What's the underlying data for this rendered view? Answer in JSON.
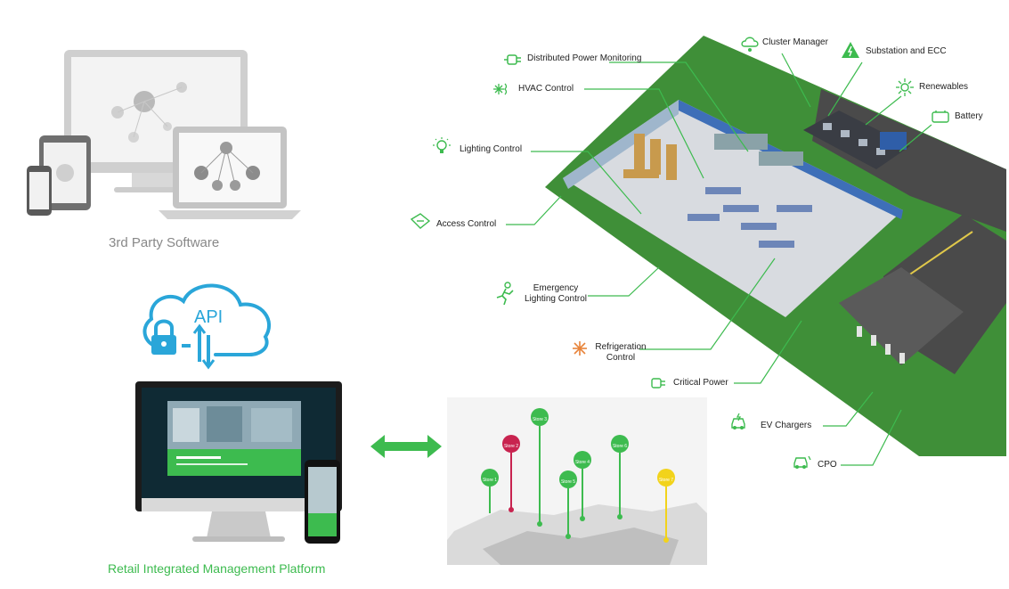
{
  "left": {
    "third_party_caption": "3rd Party Software",
    "api_label": "API",
    "platform_caption": "Retail Integrated Management Platform"
  },
  "map": {
    "pins": [
      {
        "label": "Store 2",
        "color": "#c8234f"
      },
      {
        "label": "Store 3",
        "color": "#3dbb4f"
      },
      {
        "label": "Store 4",
        "color": "#3dbb4f"
      },
      {
        "label": "Store 1",
        "color": "#3dbb4f"
      },
      {
        "label": "Store 5",
        "color": "#3dbb4f"
      },
      {
        "label": "Store 6",
        "color": "#3dbb4f"
      },
      {
        "label": "Store 7",
        "color": "#f2d31b"
      }
    ]
  },
  "callouts": {
    "distributed_power": "Distributed Power Monitoring",
    "hvac": "HVAC Control",
    "lighting": "Lighting Control",
    "access": "Access Control",
    "emergency_line1": "Emergency",
    "emergency_line2": "Lighting Control",
    "refrigeration_line1": "Refrigeration",
    "refrigeration_line2": "Control",
    "critical_power": "Critical Power",
    "cluster_manager": "Cluster Manager",
    "substation": "Substation and ECC",
    "renewables": "Renewables",
    "battery": "Battery",
    "ev_chargers": "EV Chargers",
    "cpo": "CPO"
  },
  "colors": {
    "accent_green": "#3dbb4f",
    "grass": "#3f8f38",
    "caption_gray": "#888888"
  }
}
